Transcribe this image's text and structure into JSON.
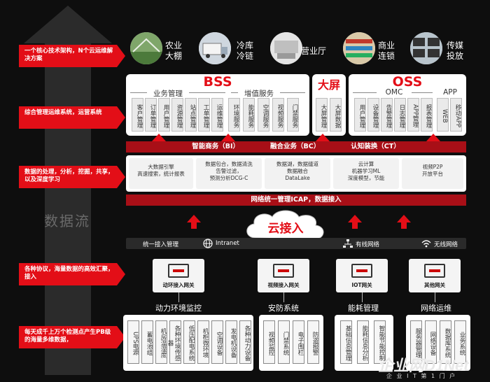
{
  "colors": {
    "accent_red": "#e30e17",
    "dark_red": "#a80f17",
    "background": "#0e0e0e"
  },
  "data_flow_label": "数据流",
  "annotations": [
    "一个核心技术架构，N个云运维解决方案",
    "综合管理运维系统，运营系统",
    "数据的处理，分析，挖掘，共享，以及深度学习",
    "各种协议，海量数据的高效汇聚，接入",
    "每天成千上万个检测点产生PB级的海量多维数据，"
  ],
  "scenarios": [
    {
      "label": "农业\n大棚",
      "icon": "greenhouse-photo"
    },
    {
      "label": "冷库\n冷链",
      "icon": "cold-chain-truck-photo"
    },
    {
      "label": "营业厅",
      "icon": "business-hall-photo"
    },
    {
      "label": "商业\n连锁",
      "icon": "retail-chain-photo"
    },
    {
      "label": "传媒\n投放",
      "icon": "media-screens-photo"
    }
  ],
  "bss": {
    "title": "BSS",
    "business_group": "业务管理",
    "business_items": [
      "客户管理",
      "订单管理",
      "用户管理",
      "资源管理",
      "站点管理",
      "工单管理",
      "运维管理"
    ],
    "value_group": "增值服务",
    "value_items": [
      "环境服务",
      "能耗服务",
      "空调服务",
      "视频服务",
      "门禁服务"
    ]
  },
  "big_screen": {
    "title": "大屏",
    "items": [
      "大屏管理",
      "大屏数据"
    ]
  },
  "oss": {
    "title": "OSS",
    "omc_group": "OMC",
    "omc_items": [
      "用户管理",
      "设备管理",
      "告警管理",
      "日志管理",
      "APP管理",
      "报表管理"
    ],
    "app_group": "APP",
    "app_items": [
      "WEB",
      "移动APP"
    ]
  },
  "bar_intelligence": {
    "a": "智能商务（BI）",
    "b": "融合业务（BC）",
    "c": "认知装换（CT）"
  },
  "processing_boxes": [
    "大数据引擎\n高速搜索，统计报表",
    "数据包合，数据清洗\n告警过滤，\n预测分析DCG-C",
    "数据湖，数据缝道\n数据融合\nDataLake",
    "云计算\n机器学习ML\n深度模型，节能",
    "视频P2P\n开放平台"
  ],
  "bar_network": "网络统一管理ICAP，数据接入",
  "cloud_label": "云接入",
  "network_row": {
    "unified": "统一接入管理",
    "intranet": "Intranet",
    "wired": "有线网络",
    "wireless": "无线网络"
  },
  "gateways": [
    "动环接入网关",
    "视频接入网关",
    "IOT网关",
    "其他网关"
  ],
  "sensor_groups": [
    {
      "title": "动力环境监控",
      "items": [
        "UPS电源",
        "蓄电池组",
        "机房温湿度",
        "各种环境传感器",
        "低压配电系统",
        "机柜微环境",
        "空调设备",
        "发电机设备",
        "各种动力设备"
      ]
    },
    {
      "title": "安防系统",
      "items": [
        "视频监控",
        "门禁系统",
        "电子围栏",
        "防盗报警"
      ]
    },
    {
      "title": "能耗管理",
      "items": [
        "基础信息管理",
        "能耗信息分析",
        "智能节能控制"
      ]
    },
    {
      "title": "网络运维",
      "items": [
        "服务器管理",
        "网络设备",
        "数据库系统",
        "业务系统"
      ]
    }
  ],
  "watermark": {
    "brand": "企业网D1Net",
    "sub": "企 业 I T 第 1 门 户"
  }
}
